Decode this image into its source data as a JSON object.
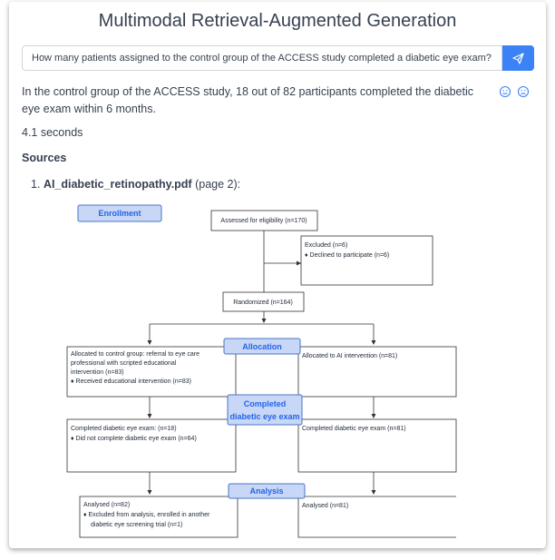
{
  "header": {
    "title": "Multimodal Retrieval-Augmented Generation"
  },
  "search": {
    "value": "How many patients assigned to the control group of the ACCESS study completed a diabetic eye exam?"
  },
  "send_icon": "paper-plane-icon",
  "answer": {
    "text": "In the control group of the ACCESS study, 18 out of 82 participants completed the diabetic eye exam within 6 months.",
    "feedback_icons": [
      "smile-icon",
      "frown-icon"
    ]
  },
  "timing": {
    "text": "4.1 seconds"
  },
  "sources": {
    "heading": "Sources",
    "items": [
      {
        "number": "1.",
        "file": "AI_diabetic_retinopathy.pdf",
        "page": "(page 2):"
      }
    ]
  },
  "figure": {
    "labels": {
      "enrollment": "Enrollment",
      "allocation": "Allocation",
      "completed_1": "Completed",
      "completed_2": "diabetic eye exam",
      "analysis": "Analysis"
    },
    "boxes": {
      "assessed": "Assessed for eligibility (n=170)",
      "excluded": "Excluded (n=6)",
      "excluded_reason": "♦  Declined to participate (n=6)",
      "randomized": "Randomized (n=164)",
      "control_alloc_1": "Allocated to control group: referral to eye care",
      "control_alloc_2": "professional with scripted educational",
      "control_alloc_3": "intervention (n=83)",
      "control_alloc_4": "♦ Received educational intervention (n=83)",
      "ai_alloc": "Allocated to AI intervention (n=81)",
      "control_complete_1": "Completed diabetic eye exam: (n=18)",
      "control_complete_2": "♦ Did not complete diabetic eye exam (n=64)",
      "ai_complete": "Completed diabetic eye exam (n=81)",
      "control_analysed_1": "Analysed (n=82)",
      "control_analysed_2": "♦ Excluded from analysis, enrolled in another",
      "control_analysed_3": "diabetic eye screening trial (n=1)",
      "ai_analysed": "Analysed (n=81)"
    },
    "colors": {
      "label_fill": "#c7d7f5",
      "label_stroke": "#4a76c7",
      "label_text": "#2563eb"
    }
  }
}
